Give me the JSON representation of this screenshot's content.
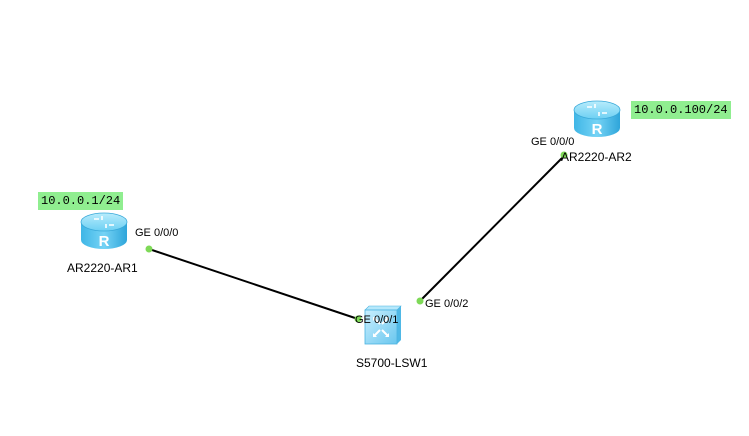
{
  "topology": {
    "devices": {
      "ar1": {
        "name": "AR2220-AR1",
        "type": "router",
        "icon": "router-icon"
      },
      "ar2": {
        "name": "AR2220-AR2",
        "type": "router",
        "icon": "router-icon"
      },
      "lsw1": {
        "name": "S5700-LSW1",
        "type": "switch",
        "icon": "switch-icon"
      }
    },
    "ports": {
      "ar1_ge000": "GE 0/0/0",
      "ar2_ge000": "GE 0/0/0",
      "lsw1_ge001": "GE 0/0/1",
      "lsw1_ge002": "GE 0/0/2"
    },
    "ip_labels": {
      "ar1": "10.0.0.1/24",
      "ar2": "10.0.0.100/24"
    },
    "links": [
      {
        "from": "AR2220-AR1 GE 0/0/0",
        "to": "S5700-LSW1 GE 0/0/1"
      },
      {
        "from": "AR2220-AR2 GE 0/0/0",
        "to": "S5700-LSW1 GE 0/0/2"
      }
    ]
  },
  "colors": {
    "router_body": "#5cc8ef",
    "switch_body": "#8fd6f5",
    "link": "#000000",
    "port_dot": "#7ed957",
    "ip_label_bg": "#90ee90"
  }
}
